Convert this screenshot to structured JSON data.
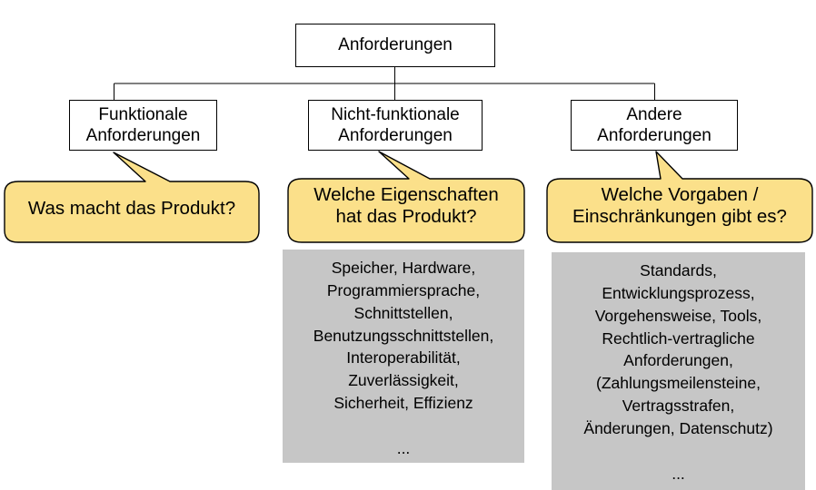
{
  "diagram": {
    "title_node": {
      "label": "Anforderungen"
    },
    "level2": [
      {
        "name": "functional",
        "label": "Funktionale\nAnforderungen"
      },
      {
        "name": "non-functional",
        "label": "Nicht-funktionale\nAnforderungen"
      },
      {
        "name": "other",
        "label": "Andere\nAnforderungen"
      }
    ],
    "callouts": [
      {
        "name": "functional",
        "text": "Was macht das Produkt?"
      },
      {
        "name": "non-functional",
        "text": "Welche Eigenschaften\nhat das Produkt?"
      },
      {
        "name": "other",
        "text": "Welche Vorgaben /\nEinschränkungen gibt es?"
      }
    ],
    "detail_boxes": [
      {
        "name": "non-functional",
        "text": "Speicher, Hardware,\nProgrammiersprache,\nSchnittstellen,\nBenutzungsschnittstellen,\nInteroperabilität,\nZuverlässigkeit,\nSicherheit, Effizienz\n\n..."
      },
      {
        "name": "other",
        "text": "Standards,\nEntwicklungsprozess,\nVorgehensweise, Tools,\nRechtlich-vertragliche\nAnforderungen,\n(Zahlungsmeilensteine,\nVertragsstrafen,\nÄnderungen, Datenschutz)\n\n..."
      }
    ],
    "colors": {
      "callout_fill": "#fbe08a",
      "callout_stroke": "#000000",
      "detail_fill": "#c6c6c6",
      "node_fill": "#ffffff",
      "line": "#000000"
    }
  }
}
